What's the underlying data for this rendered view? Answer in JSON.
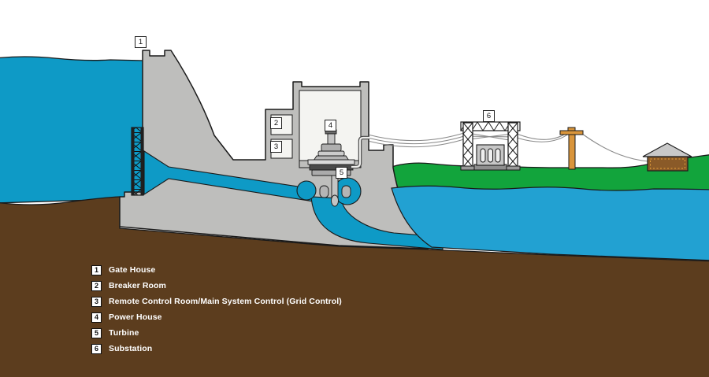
{
  "colors": {
    "water": "#0E9AC6",
    "tailwater": "#22A1D2",
    "grass": "#12A43C",
    "earth": "#5C3D1E",
    "concrete": "#BEBEBC",
    "interior": "#F4F4F1",
    "outline": "#1A1A1A",
    "pole": "#D9953B",
    "house_wall": "#8A5A28",
    "house_trim": "#E8A23C",
    "roof": "#C9C9C9",
    "wire": "#8A8A8A",
    "metal_dark": "#4A4A4A",
    "metal": "#C4C4C4"
  },
  "markers": [
    {
      "number": "1"
    },
    {
      "number": "2"
    },
    {
      "number": "3"
    },
    {
      "number": "4"
    },
    {
      "number": "5"
    },
    {
      "number": "6"
    }
  ],
  "legend": {
    "items": [
      {
        "number": "1",
        "label": "Gate House"
      },
      {
        "number": "2",
        "label": "Breaker Room"
      },
      {
        "number": "3",
        "label": "Remote Control Room/Main System Control (Grid Control)"
      },
      {
        "number": "4",
        "label": "Power House"
      },
      {
        "number": "5",
        "label": "Turbine"
      },
      {
        "number": "6",
        "label": "Substation"
      }
    ]
  }
}
